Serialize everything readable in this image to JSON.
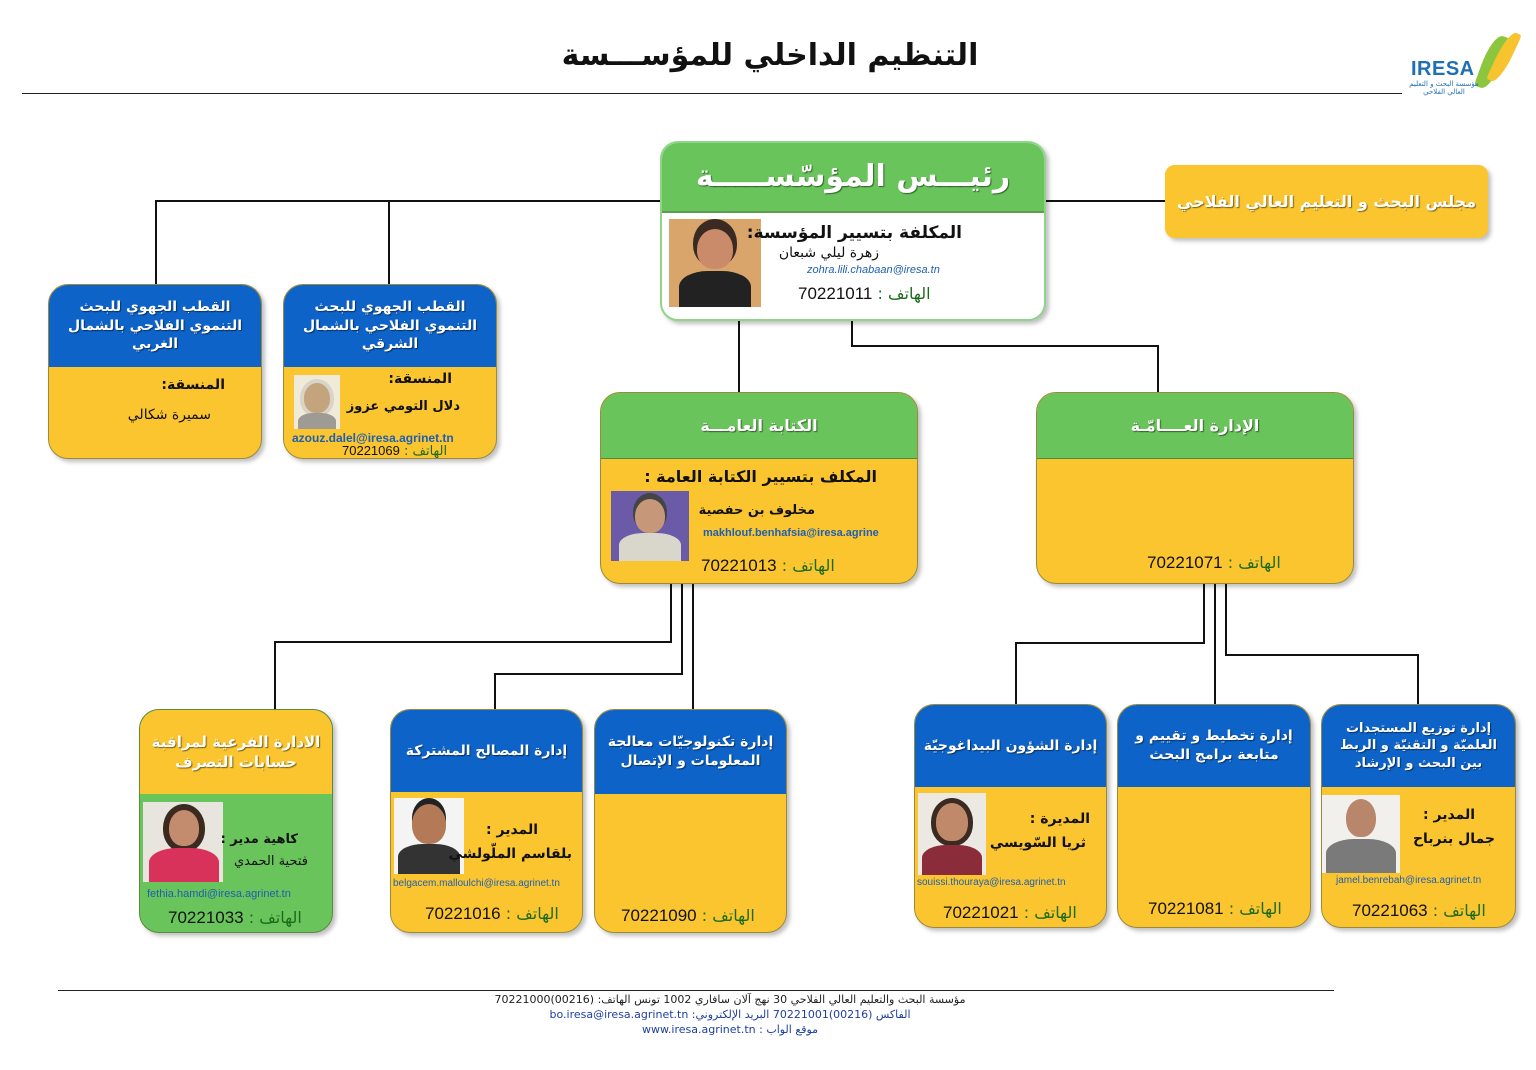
{
  "page": {
    "title": "التنظيم الداخلي للمؤســـسة",
    "logo_text": "IRESA",
    "logo_subtitle": "مؤسسة البحث و التعليم العالي الفلاحي"
  },
  "president": {
    "header": "رئيـــس المؤسّســـــة",
    "role": "المكلفة بتسيير المؤسسة:",
    "name": "زهرة ليلي شبعان",
    "email": "zohra.lili.chabaan@iresa.tn",
    "phone_label": "الهاتف :",
    "phone": "70221011"
  },
  "council": {
    "label": "مجلس البحث و التعليم العالي الفلاحي"
  },
  "pole_nw": {
    "header": "القطب الجهوي للبحث التنموي الفلاحي بالشمال الغربي",
    "role": "المنسقة:",
    "name": "سميرة شكالي"
  },
  "pole_ne": {
    "header": "القطب الجهوي للبحث التنموي الفلاحي بالشمال الشرقي",
    "role": "المنسقة:",
    "name": "دلال التومي عزوز",
    "email": "azouz.dalel@iresa.agrinet.tn",
    "phone_label": "الهاتف :",
    "phone": "70221069"
  },
  "secretariat": {
    "header": "الكتابة العامـــة",
    "role": "المكلف بتسيير الكتابة العامة :",
    "name": "مخلوف بن حفصية",
    "email": "makhlouf.benhafsia@iresa.agrine",
    "phone_label": "الهاتف :",
    "phone": "70221013"
  },
  "general_admin": {
    "header": "الإدارة العــــامّـة",
    "phone_label": "الهاتف :",
    "phone": "70221071"
  },
  "audit": {
    "header": "الادارة الفرعية لمراقبة حسابات التصرف",
    "role": "كاهية مدير :",
    "name": "فتحية الحمدي",
    "email": "fethia.hamdi@iresa.agrinet.tn",
    "phone_label": "الهاتف :",
    "phone": "70221033"
  },
  "shared_services": {
    "header": "إدارة المصالح المشتركة",
    "role": "المدير :",
    "name": "بلقاسم الملّولشي",
    "email": "belgacem.malloulchi@iresa.agrinet.tn",
    "phone_label": "الهاتف :",
    "phone": "70221016"
  },
  "it": {
    "header": "إدارة تكنولوجيّات معالجة المعلومات و الإتصال",
    "phone_label": "الهاتف :",
    "phone": "70221090"
  },
  "pedagogy": {
    "header": "إدارة الشؤون البيداغوجيّة",
    "role": "المديرة :",
    "name": "ثريا السّويسي",
    "email": "souissi.thouraya@iresa.agrinet.tn",
    "phone_label": "الهاتف :",
    "phone": "70221021"
  },
  "planning": {
    "header": "إدارة تخطيط و تقييم و متابعة برامج البحث",
    "phone_label": "الهاتف :",
    "phone": "70221081"
  },
  "dissemination": {
    "header": "إدارة توزيع المستجدات العلميّة و التقنيّة و الربط بين البحث و الإرشاد",
    "role": "المدير :",
    "name": "جمال بنرباح",
    "email": "jamel.benrebah@iresa.agrinet.tn",
    "phone_label": "الهاتف :",
    "phone": "70221063"
  },
  "footer": {
    "line1": "مؤسسة البحث والتعليم العالي الفلاحي 30 نهج آلان سافاري 1002 تونس الهاتف: (00216)70221000",
    "line2": "الفاكس (00216)70221001 البريد الإلكتروني: bo.iresa@iresa.agrinet.tn",
    "line3": "موقع الواب : www.iresa.agrinet.tn"
  }
}
